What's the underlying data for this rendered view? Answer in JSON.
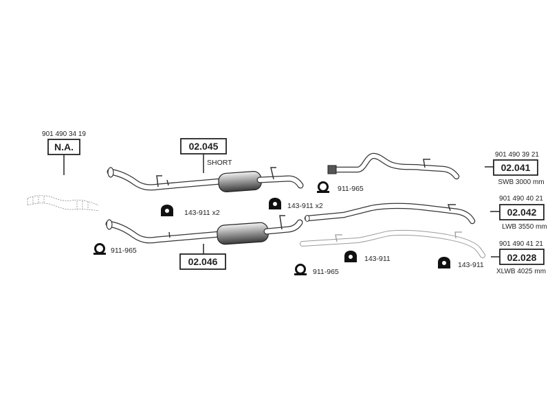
{
  "na_block": {
    "part_number": "901 490 34 19",
    "code": "N.A."
  },
  "rear_muffler_short": {
    "code": "02.045",
    "note": "SHORT"
  },
  "rear_muffler": {
    "code": "02.046"
  },
  "pipe_swb": {
    "part_number": "901 490 39 21",
    "code": "02.041",
    "note": "SWB 3000 mm"
  },
  "pipe_lwb": {
    "part_number": "901 490 40 21",
    "code": "02.042",
    "note": "LWB 3550 mm"
  },
  "pipe_xlwb": {
    "part_number": "901 490 41 21",
    "code": "02.028",
    "note": "XLWB 4025 mm"
  },
  "accessories": {
    "mount_x2_left": "143-911 x2",
    "mount_x2_right": "143-911 x2",
    "mount_mid": "143-911",
    "mount_right": "143-911",
    "clamp_left": "911-965",
    "clamp_mid": "911-965",
    "clamp_top": "911-965"
  }
}
